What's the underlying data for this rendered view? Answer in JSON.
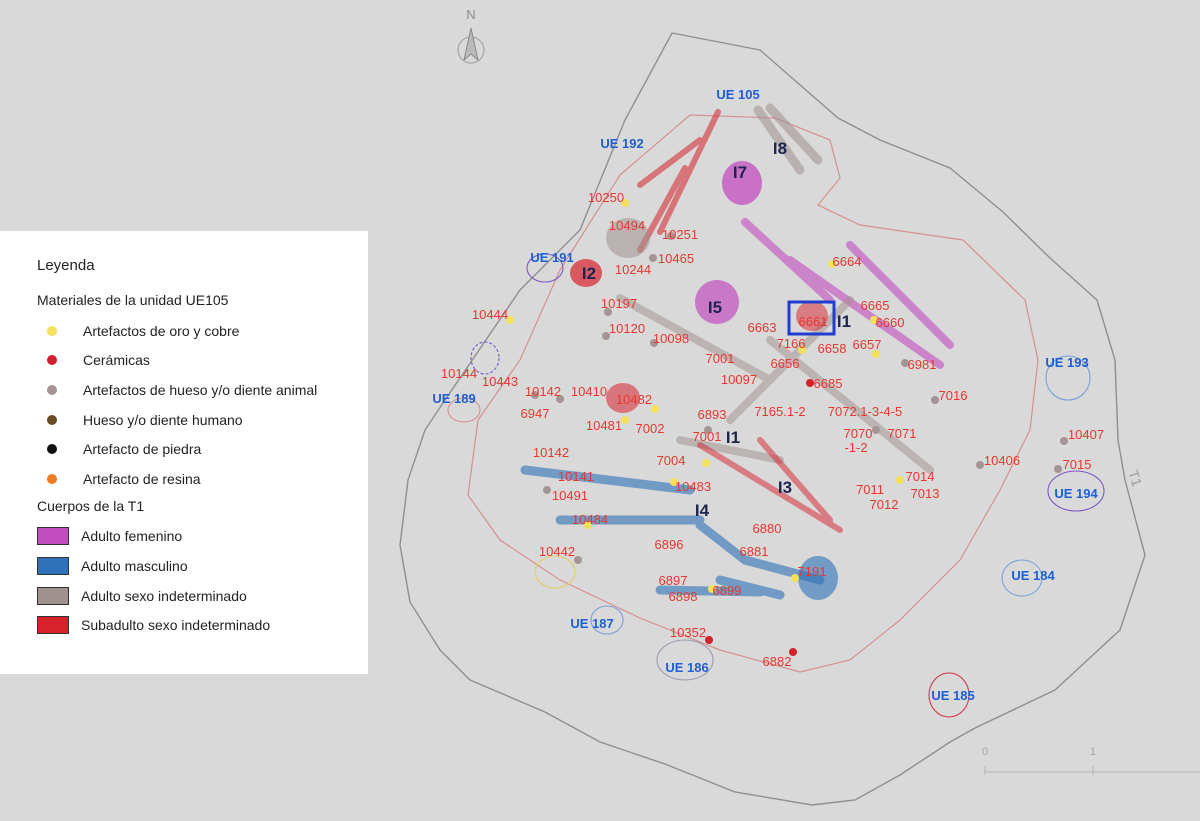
{
  "north_label": "N",
  "scale": {
    "labels": [
      "0",
      "1"
    ]
  },
  "trench_label": "T1",
  "colors": {
    "find_label": "#e8372f",
    "ue_label": "#1d5fd6",
    "individual_label": "#1c2450",
    "highlight": "#1f3ed1",
    "female": "#c24dbf",
    "male": "#2d71b9",
    "indeterminate": "#a0918f",
    "subadult": "#d7222b",
    "gold_copper": "#f3e15a",
    "ceramic": "#d3202a",
    "animal_bone": "#a59494",
    "human_bone": "#6a4a22",
    "stone": "#111111",
    "resin": "#ef7b22"
  },
  "legend": {
    "title": "Leyenda",
    "materials_heading": "Materiales de la unidad UE105",
    "materials": [
      {
        "label": "Artefactos de oro y cobre",
        "color": "#f3e15a"
      },
      {
        "label": "Cerámicas",
        "color": "#d3202a"
      },
      {
        "label": "Artefactos de hueso y/o diente animal",
        "color": "#a59494"
      },
      {
        "label": "Hueso y/o diente humano",
        "color": "#6a4a22"
      },
      {
        "label": "Artefacto de piedra",
        "color": "#111111"
      },
      {
        "label": "Artefacto de resina",
        "color": "#ef7b22"
      }
    ],
    "bodies_heading": "Cuerpos de la T1",
    "bodies": [
      {
        "label": "Adulto femenino",
        "color": "#c24dbf"
      },
      {
        "label": "Adulto masculino",
        "color": "#2d71b9"
      },
      {
        "label": "Adulto sexo indeterminado",
        "color": "#a0918f"
      },
      {
        "label": "Subadulto sexo indeterminado",
        "color": "#d7222b"
      }
    ]
  },
  "highlight_label": "6661",
  "ue_labels": [
    "UE 105",
    "UE 192",
    "UE 191",
    "UE 189",
    "UE 193",
    "UE 194",
    "UE 184",
    "UE 187",
    "UE 186",
    "UE 185"
  ],
  "individual_labels": [
    "I8",
    "I7",
    "I2",
    "I5",
    "I1",
    "I1",
    "I3",
    "I4"
  ],
  "find_labels": [
    "10250",
    "10494",
    "10251",
    "10465",
    "10244",
    "10197",
    "10444",
    "10120",
    "10098",
    "6664",
    "6665",
    "6660",
    "6663",
    "7166",
    "6658",
    "6657",
    "7001",
    "6656",
    "6981",
    "10097",
    "6685",
    "10144",
    "10443",
    "10142",
    "10410",
    "10482",
    "7016",
    "6947",
    "6893",
    "7165.1-2",
    "7072.1-3-4-5",
    "10481",
    "7002",
    "7070",
    "-1-2",
    "7071",
    "7001",
    "10142",
    "7004",
    "10407",
    "10406",
    "7015",
    "10141",
    "10483",
    "7014",
    "7011",
    "7013",
    "10491",
    "7012",
    "10484",
    "6880",
    "6896",
    "6881",
    "10442",
    "7191",
    "6897",
    "6899",
    "6898",
    "10352",
    "6882"
  ]
}
